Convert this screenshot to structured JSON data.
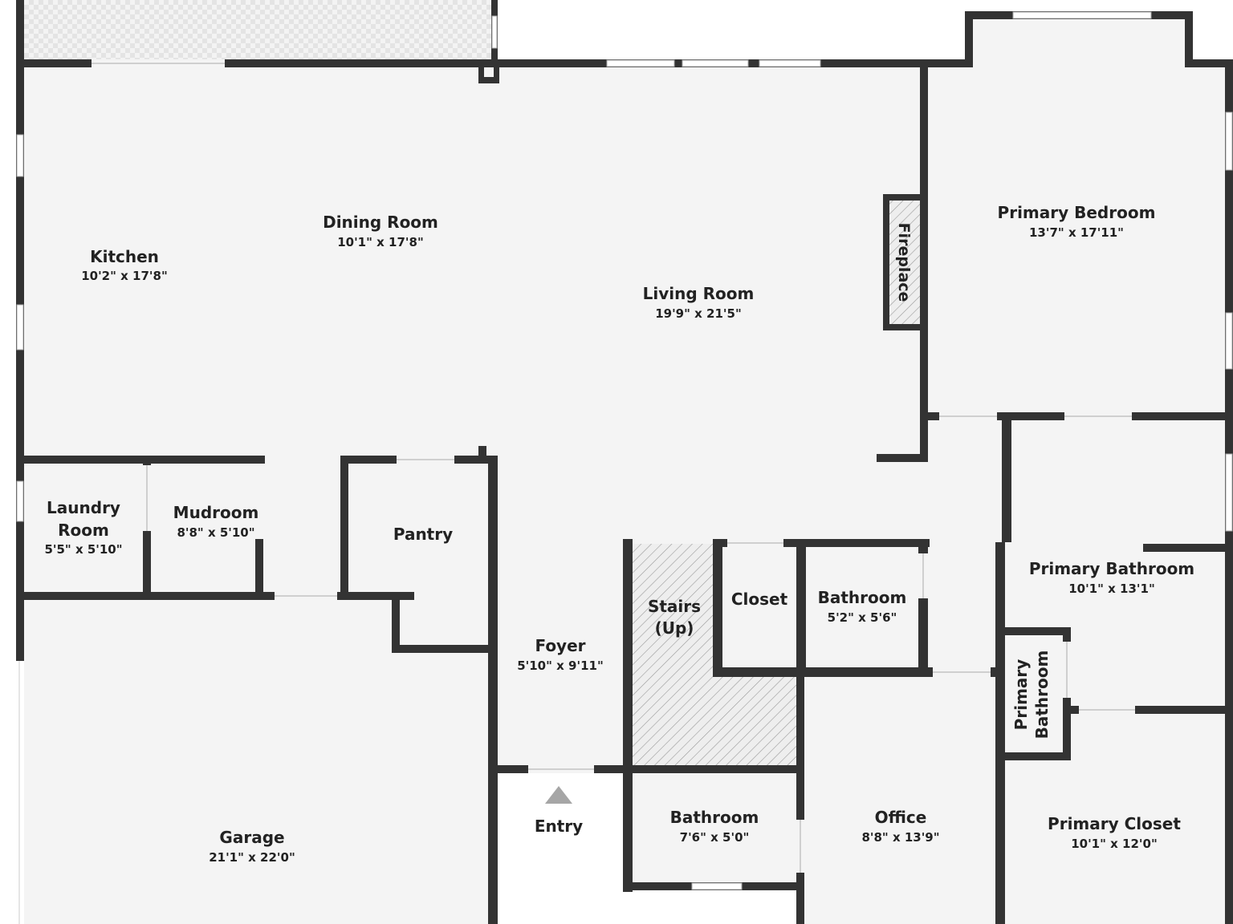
{
  "rooms": {
    "kitchen": {
      "name": "Kitchen",
      "dims": "10'2\" x 17'8\""
    },
    "dining": {
      "name": "Dining Room",
      "dims": "10'1\" x 17'8\""
    },
    "living": {
      "name": "Living Room",
      "dims": "19'9\" x 21'5\""
    },
    "fireplace": {
      "name": "Fireplace"
    },
    "primary_bedroom": {
      "name": "Primary Bedroom",
      "dims": "13'7\" x 17'11\""
    },
    "laundry": {
      "name_line1": "Laundry",
      "name_line2": "Room",
      "dims": "5'5\" x 5'10\""
    },
    "mudroom": {
      "name": "Mudroom",
      "dims": "8'8\" x 5'10\""
    },
    "pantry": {
      "name": "Pantry"
    },
    "stairs": {
      "name_line1": "Stairs",
      "name_line2": "(Up)"
    },
    "closet": {
      "name": "Closet"
    },
    "bathroom_upper": {
      "name": "Bathroom",
      "dims": "5'2\" x 5'6\""
    },
    "primary_bathroom": {
      "name": "Primary Bathroom",
      "dims": "10'1\" x 13'1\""
    },
    "primary_bathroom_small": {
      "name_line1": "Primary",
      "name_line2": "Bathroom"
    },
    "foyer": {
      "name": "Foyer",
      "dims": "5'10\" x 9'11\""
    },
    "entry": {
      "name": "Entry"
    },
    "bathroom_lower": {
      "name": "Bathroom",
      "dims": "7'6\" x 5'0\""
    },
    "office": {
      "name": "Office",
      "dims": "8'8\" x 13'9\""
    },
    "primary_closet": {
      "name": "Primary Closet",
      "dims": "10'1\" x 12'0\""
    },
    "garage": {
      "name": "Garage",
      "dims": "21'1\" x 22'0\""
    }
  },
  "colors": {
    "wall": "#333333",
    "floor": "#f4f4f4",
    "background": "#ffffff",
    "entry_marker": "#a6a6a6"
  }
}
